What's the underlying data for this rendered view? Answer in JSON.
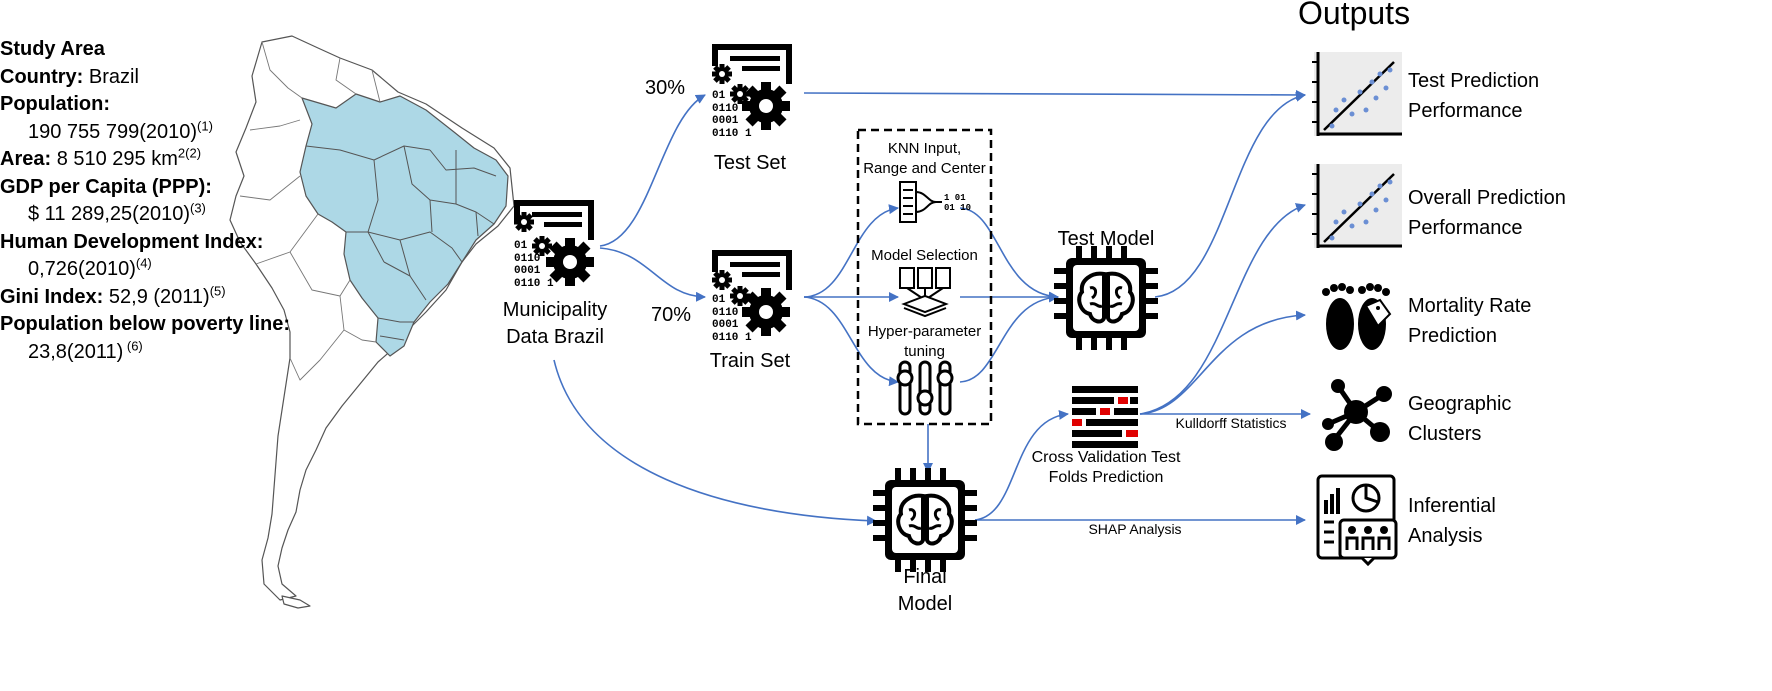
{
  "study_area": {
    "title": "Study Area",
    "country_label": "Country:",
    "country_value": "Brazil",
    "population_label": "Population:",
    "population_value": "190 755 799(2010)",
    "population_ref": "(1)",
    "area_label": "Area:",
    "area_value": "8 510 295 km",
    "area_sup": "2(2)",
    "gdp_label": "GDP per Capita (PPP):",
    "gdp_value": "$ 11 289,25(2010)",
    "gdp_ref": "(3)",
    "hdi_label": "Human Development Index:",
    "hdi_value": "0,726(2010)",
    "hdi_ref": "(4)",
    "gini_label": "Gini Index:",
    "gini_value": "52,9 (2011)",
    "gini_ref": "(5)",
    "poverty_label": "Population below poverty line:",
    "poverty_value": "23,8(2011)",
    "poverty_ref": " (6)"
  },
  "nodes": {
    "municipality": [
      "Municipality",
      "Data Brazil"
    ],
    "test_set": "Test Set",
    "train_set": "Train Set",
    "pct_test": "30%",
    "pct_train": "70%",
    "knn": [
      "KNN Input,",
      "Range and Center"
    ],
    "model_selection": "Model Selection",
    "hyper": [
      "Hyper-parameter",
      "tuning"
    ],
    "test_model": "Test Model",
    "final_model": [
      "Final",
      "Model"
    ],
    "cv": [
      "Cross Validation Test",
      "Folds Prediction"
    ],
    "kulldorff": "Kulldorff Statistics",
    "shap": "SHAP Analysis",
    "data_code": [
      "01",
      "0110",
      "0001",
      "0110 1"
    ]
  },
  "outputs": {
    "title": "Outputs",
    "items": [
      [
        "Test Prediction",
        "Performance"
      ],
      [
        "Overall Prediction",
        "Performance"
      ],
      [
        "Mortality Rate",
        "Prediction"
      ],
      [
        "Geographic",
        "Clusters"
      ],
      [
        "Inferential",
        "Analysis"
      ]
    ]
  },
  "colors": {
    "arrow": "#4472c4",
    "map_fill": "#add8e6",
    "map_border": "#555555",
    "cv_red": "#e00000"
  }
}
